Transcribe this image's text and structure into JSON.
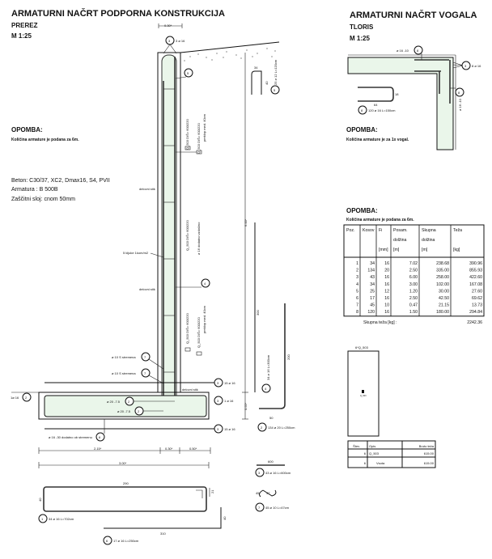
{
  "left": {
    "title": "ARMATURNI NAČRT PODPORNA KONSTRUKCIJA",
    "subtitle": "PREREZ",
    "scale": "M 1:25",
    "note_heading": "OPOMBA:",
    "note_text": "Količina armature je podana za 6m.",
    "spec_concrete": "Beton: C30/37, XC2, Dmax16, S4, PVII",
    "spec_rebar": "Armatura : B 500B",
    "spec_cover": "Zaščitni sloj: cnom 50mm",
    "labels": {
      "top_dim": "0.30*",
      "top_bars": "3 ø 16",
      "mesh1": "Q_503 D/Š= 600/220",
      "mesh2": "Q_503 D/Š= 600/220",
      "mesh2_note": "preklop med. 40cm",
      "mesh3": "Q_503 D/Š= 600/220",
      "mesh4": "Q_503 D/Š= 600/220",
      "mesh4_note": "preklop med. 40cm",
      "mesh_tag": "m",
      "joint1": "delovni stik",
      "joint2": "delovni stik",
      "joint3": "delovni stik",
      "ties": "5 kljuke 1kom/m2",
      "bar4_note": "ø 16 dodatno vzdolžno",
      "stirrup1": "ø 10 S stremena",
      "stirrup2": "ø 10 S stremena",
      "top_long": "15 ø 16",
      "bot_long": "15 ø 16",
      "side_long": "1 ø 16",
      "foot_bar_a": "ø 20 -7.5",
      "foot_bar_b": "ø 20 -7.5",
      "left_bar": "1ø 16",
      "extra_bar": "ø 16 -30 dodatno ob stremenu",
      "dim_600": "6.00*",
      "dim_055": "0.55*",
      "dim_125": "125",
      "dim_250": "250",
      "dim_215": "2.15*",
      "dim_030": "0.30*",
      "dim_050": "0.50*",
      "dim_300": "3.00*",
      "bar5_w": "34",
      "bar5_h": "40",
      "bar5_label": "25 ø 12 L=120cm",
      "bar4_len": "300",
      "bar4_label": "34 ø 16 L=300cm",
      "bar2_len": "200",
      "bar2_foot": "50",
      "bar2_label": "134 ø 20 L=250cm",
      "bar3_len": "600",
      "bar3_label": "43 ø 16 L=600cm",
      "bar1_top": "290",
      "bar1_side": "40",
      "bar1_hook": "21",
      "bar1_label": "34 ø 16 L=702cm",
      "bar6_len": "310",
      "bar6_side": "40",
      "bar6_label": "17 ø 16 L=250cm",
      "bar7_mid": "37",
      "bar7_end": "45",
      "bar7_label": "45 ø 10 L=47cm"
    },
    "marks": [
      "1",
      "2",
      "3",
      "4",
      "5",
      "6",
      "7",
      "8"
    ]
  },
  "right": {
    "title": "ARMATURNI NAČRT VOGALA",
    "subtitle": "TLORIS",
    "scale": "M 1:25",
    "bar8_top": "ø 16 -10",
    "bar8_side": "ø 16 -10",
    "corner_bars": "8 ø 16",
    "bar8_w": "64",
    "bar8_h": "18",
    "bar8_label": "120 ø 16 L=150cm",
    "note_heading": "OPOMBA:",
    "note_text": "Količina armature je za 1x vogal."
  },
  "schedule": {
    "note_heading": "OPOMBA:",
    "note_text": "Količina armature je podana za 6m.",
    "headers": [
      [
        "Poz.",
        "",
        ""
      ],
      [
        "Kosov",
        "",
        ""
      ],
      [
        "Fi",
        "",
        "[mm]"
      ],
      [
        "Posam.",
        "dolžina",
        "[m]"
      ],
      [
        "Skupna",
        "dolžina",
        "[m]"
      ],
      [
        "Teža",
        "",
        "[kg]"
      ]
    ],
    "rows": [
      [
        "1",
        "34",
        "16",
        "7.02",
        "238.68",
        "390.96"
      ],
      [
        "2",
        "134",
        "20",
        "2.50",
        "335.00",
        "855.93"
      ],
      [
        "3",
        "43",
        "16",
        "6.00",
        "258.00",
        "422.60"
      ],
      [
        "4",
        "34",
        "16",
        "3.00",
        "102.00",
        "167.08"
      ],
      [
        "5",
        "25",
        "12",
        "1.20",
        "30.00",
        "27.60"
      ],
      [
        "6",
        "17",
        "16",
        "2.50",
        "42.50",
        "69.62"
      ],
      [
        "7",
        "45",
        "10",
        "0.47",
        "21.15",
        "13.73"
      ],
      [
        "8",
        "120",
        "16",
        "1.50",
        "180.00",
        "294.84"
      ]
    ],
    "total_label": "Skupna teža [kg] :",
    "total_value": "2242.36"
  },
  "mesh": {
    "title": "6*Q_503",
    "tag": "Q_503",
    "table_headers": [
      "Štev.",
      "Opis",
      "Bruto teža"
    ],
    "table_rows": [
      [
        "6",
        "Q_503",
        "615.00"
      ],
      [
        "6",
        "Vsota",
        "615.00"
      ]
    ]
  }
}
